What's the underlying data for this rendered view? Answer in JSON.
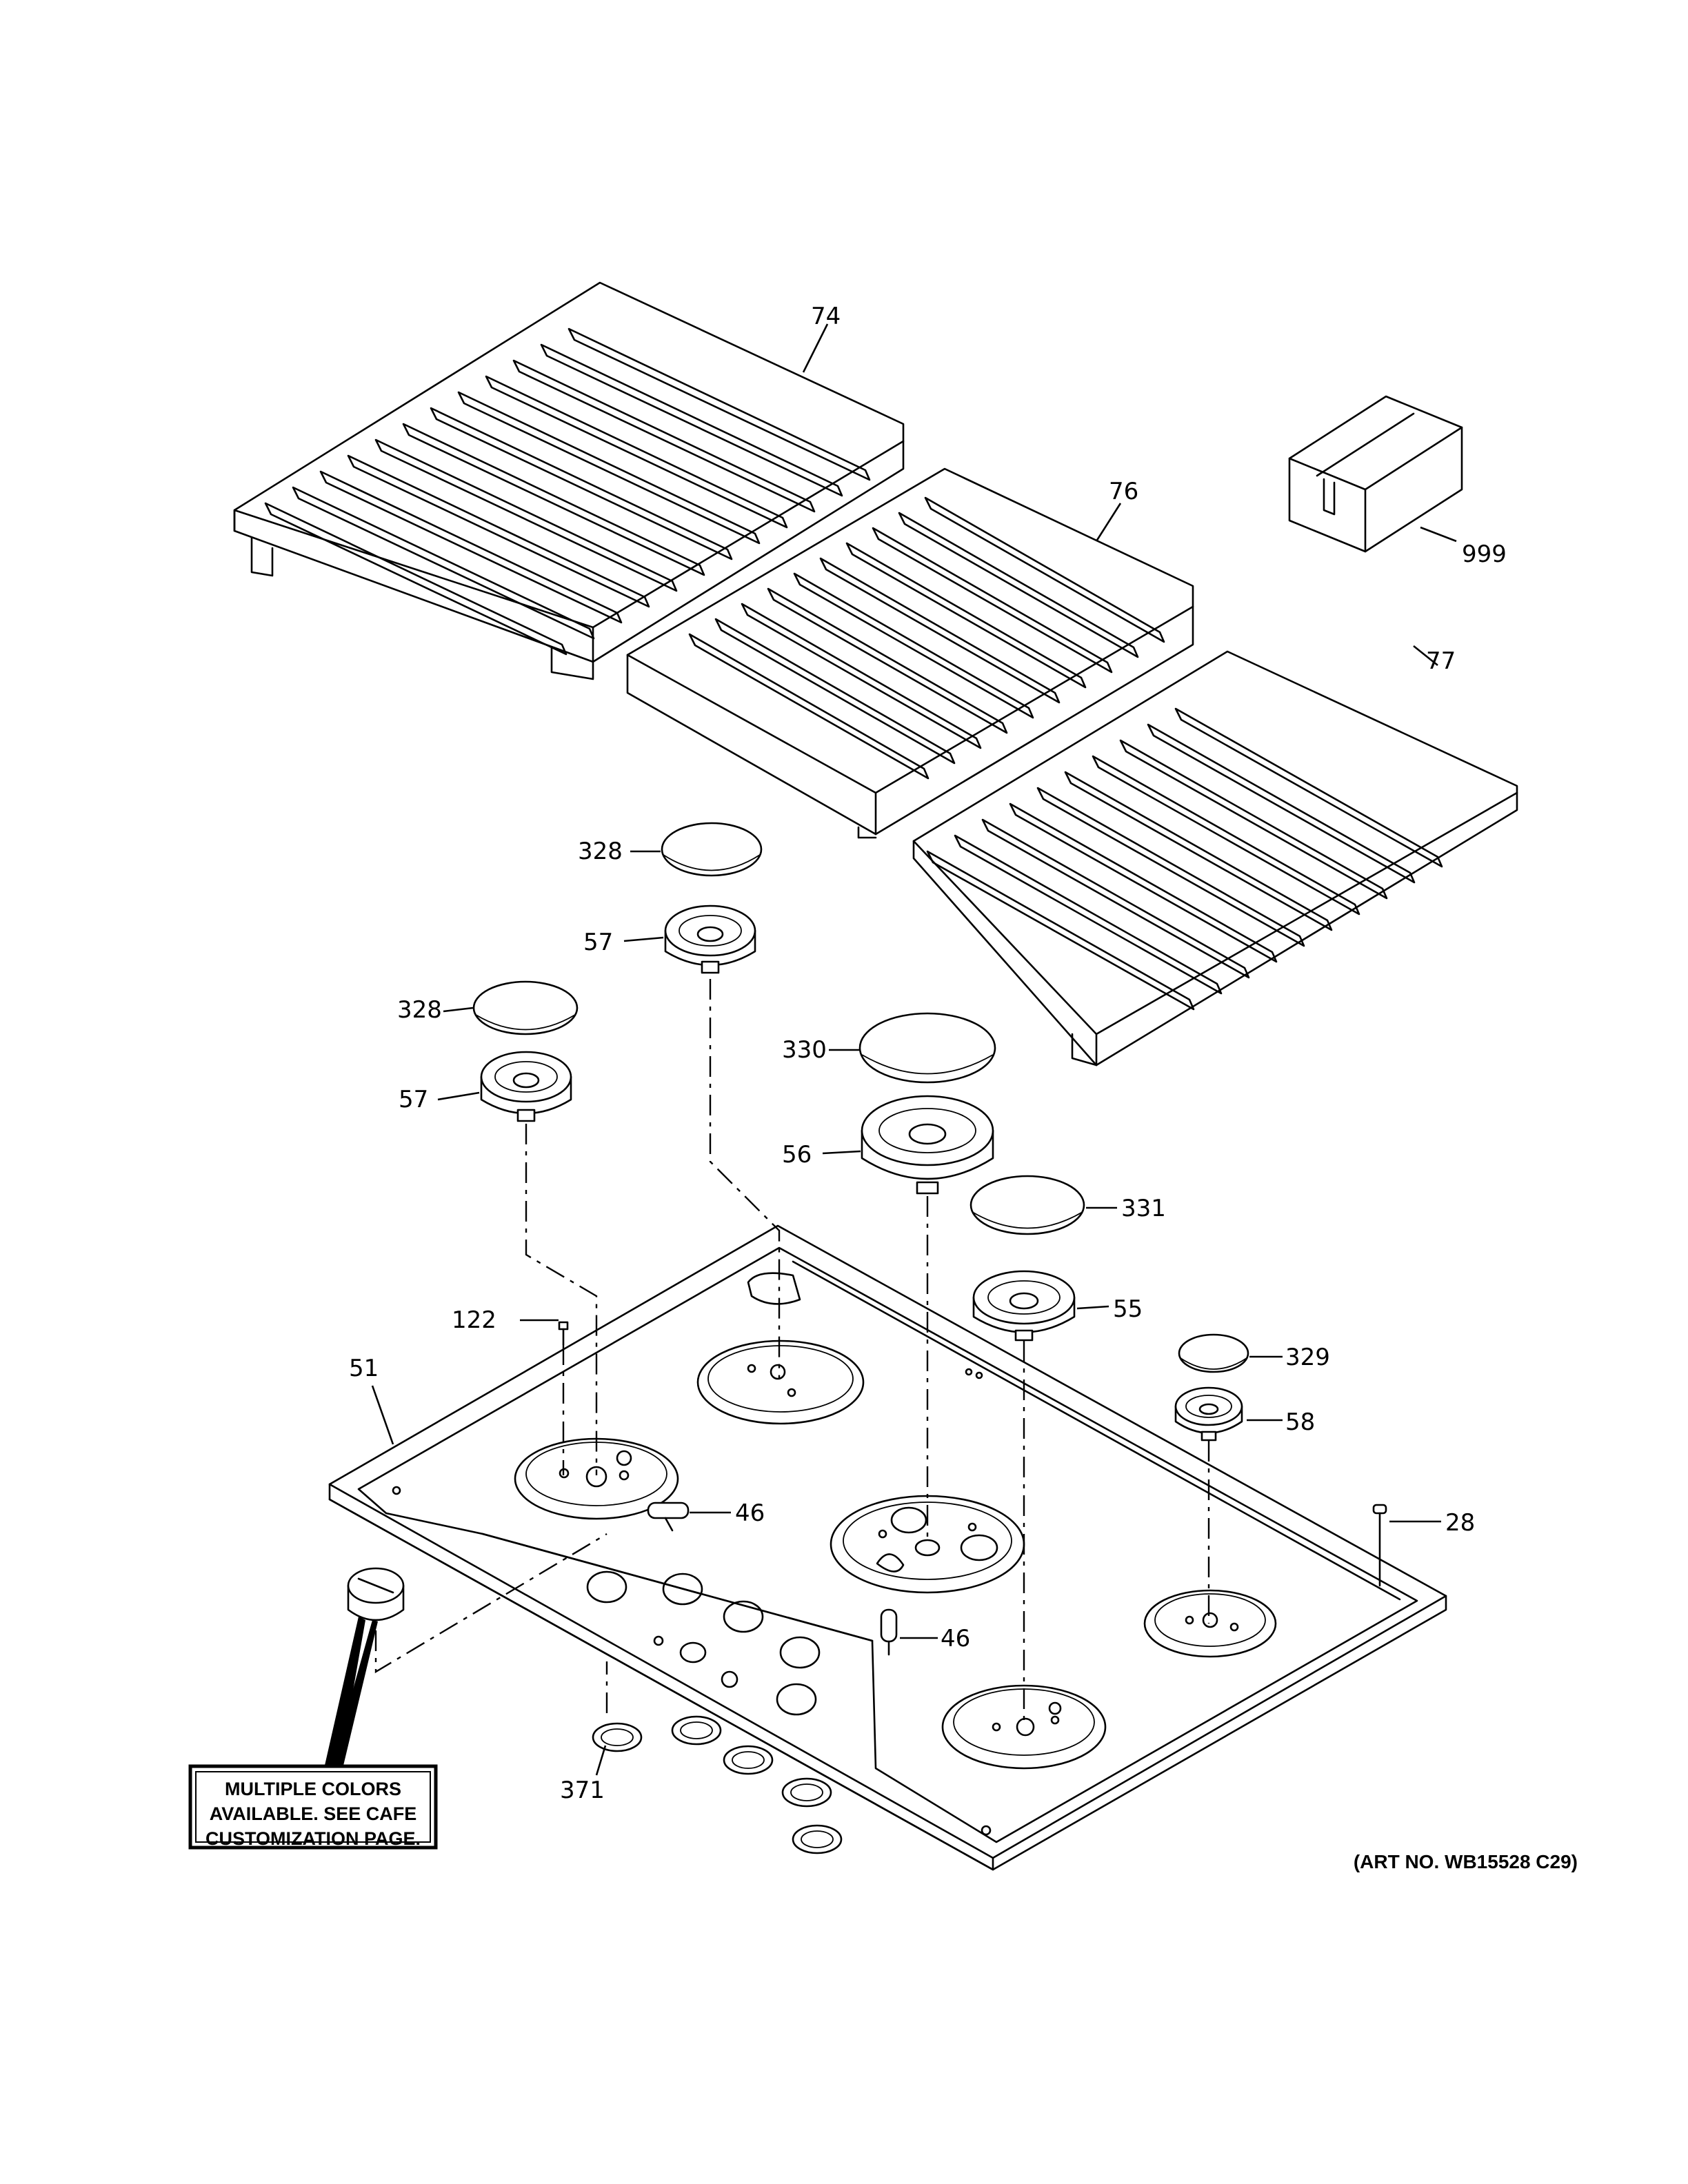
{
  "callouts": {
    "c74": "74",
    "c76": "76",
    "c77": "77",
    "c999": "999",
    "c328a": "328",
    "c57a": "57",
    "c328b": "328",
    "c57b": "57",
    "c330": "330",
    "c56": "56",
    "c331": "331",
    "c55": "55",
    "c329": "329",
    "c58": "58",
    "c122": "122",
    "c51": "51",
    "c46a": "46",
    "c46b": "46",
    "c28": "28",
    "c371": "371"
  },
  "note": {
    "line1": "MULTIPLE COLORS",
    "line2": "AVAILABLE. SEE CAFE",
    "line3": "CUSTOMIZATION PAGE."
  },
  "art_number": "(ART NO. WB15528 C29)"
}
